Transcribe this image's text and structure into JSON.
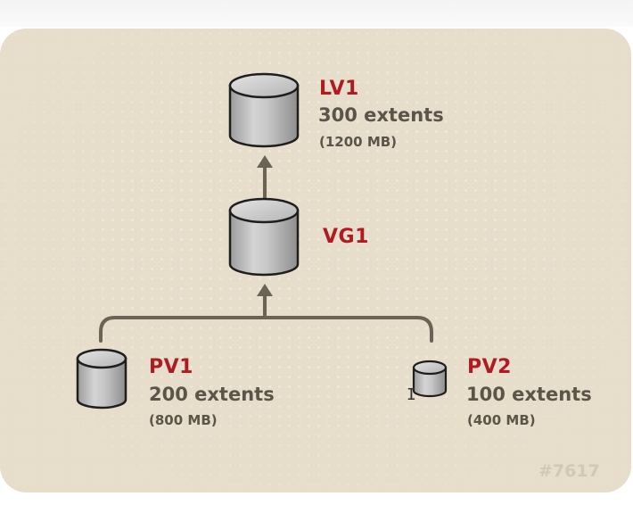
{
  "nodes": {
    "lv1": {
      "name": "LV1",
      "extents": "300 extents",
      "size": "(1200 MB)"
    },
    "vg1": {
      "name": "VG1"
    },
    "pv1": {
      "name": "PV1",
      "extents": "200 extents",
      "size": "(800 MB)"
    },
    "pv2": {
      "name": "PV2",
      "extents": "100 extents",
      "size": "(400 MB)"
    }
  },
  "figure_id": "#7617",
  "colors": {
    "background": "#e6ddcb",
    "label_red": "#b01b22",
    "text_gray": "#5b5548",
    "connector": "#6b6455",
    "cylinder_fill": "#b9b9b9"
  },
  "icons": [
    "cylinder-icon",
    "arrow-up-icon",
    "text-cursor-icon"
  ]
}
